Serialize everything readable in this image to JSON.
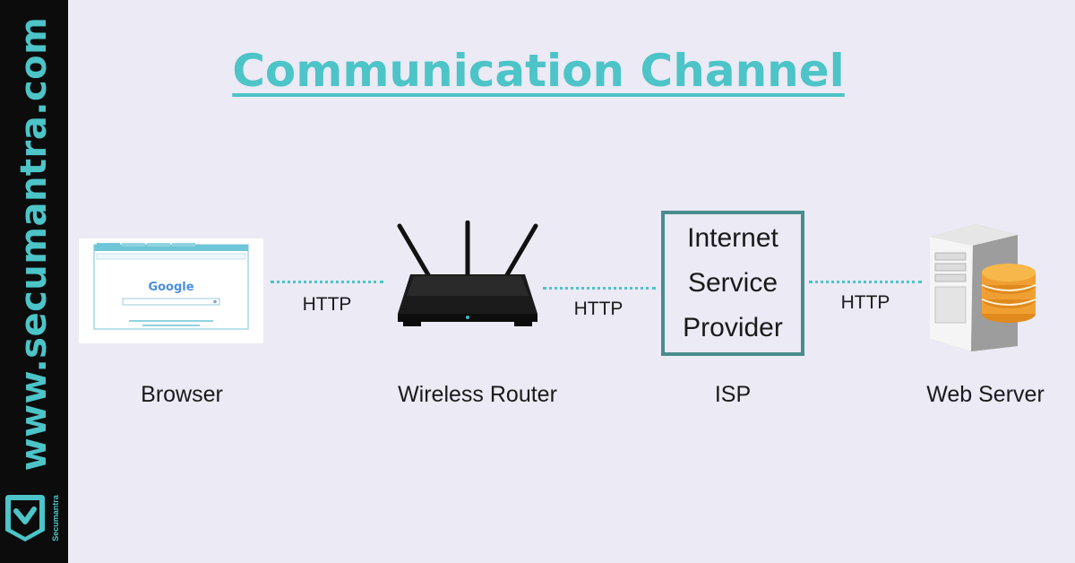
{
  "sidebar": {
    "url": "www.secumantra.com",
    "logo_text": "Secumantra"
  },
  "title": "Communication Channel",
  "browser": {
    "label": "Browser",
    "logo": "Google"
  },
  "router": {
    "label": "Wireless Router"
  },
  "isp": {
    "label": "ISP",
    "box_lines": [
      "Internet",
      "Service",
      "Provider"
    ]
  },
  "server": {
    "label": "Web Server"
  },
  "links": [
    {
      "label": "HTTP"
    },
    {
      "label": "HTTP"
    },
    {
      "label": "HTTP"
    }
  ],
  "colors": {
    "accent": "#4cc4c8",
    "isp_border": "#4a8d8e",
    "background": "#ebeaf5",
    "sidebar": "#0c0c0c",
    "server_db": "#f0a032"
  }
}
